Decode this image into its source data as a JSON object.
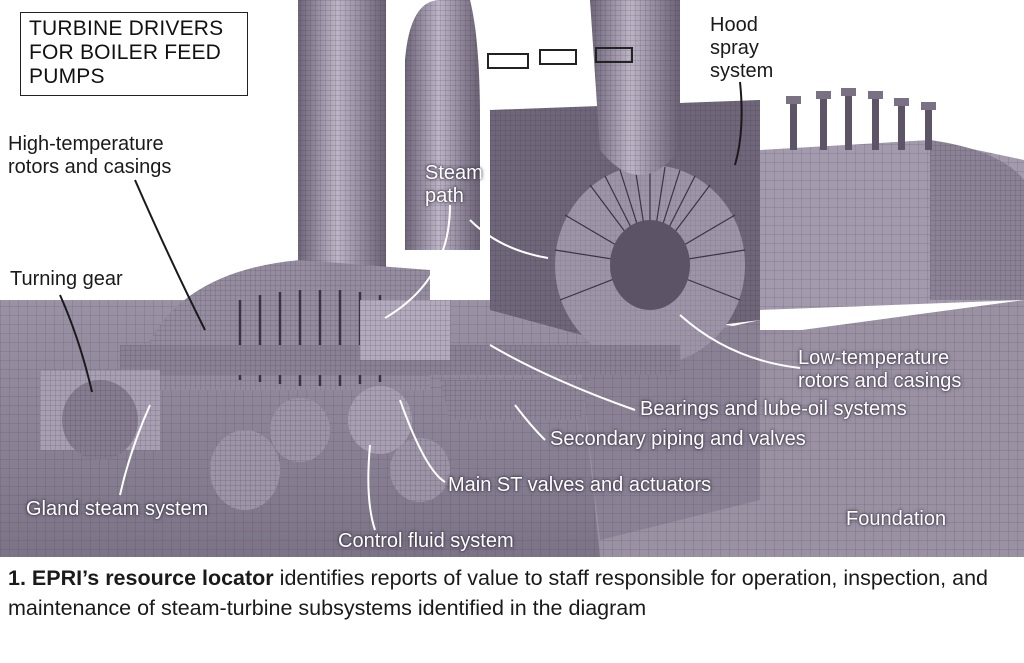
{
  "title_box": {
    "lines": [
      "TURBINE DRIVERS",
      "FOR BOILER FEED",
      "PUMPS"
    ]
  },
  "labels": {
    "hood_spray_1": "Hood",
    "hood_spray_2": "spray",
    "hood_spray_3": "system",
    "high_temp_1": "High-temperature",
    "high_temp_2": "rotors and casings",
    "steam_path_1": "Steam",
    "steam_path_2": "path",
    "turning_gear": "Turning gear",
    "low_temp_1": "Low-temperature",
    "low_temp_2": "rotors and casings",
    "bearings": "Bearings and lube-oil systems",
    "secondary_piping": "Secondary piping and valves",
    "main_valves": "Main ST valves and actuators",
    "gland_steam": "Gland steam system",
    "control_fluid": "Control fluid system",
    "foundation": "Foundation"
  },
  "caption": {
    "number_bold": "1. EPRI’s resource locator",
    "text": " identifies reports of value to staff responsible for operation, inspection, and maintenance of steam-turbine subsystems identified in the diagram"
  },
  "colors": {
    "machine": "#8f8599",
    "machine_light": "#b7aec0",
    "machine_dark": "#4f465a",
    "background": "#a79fb0"
  }
}
